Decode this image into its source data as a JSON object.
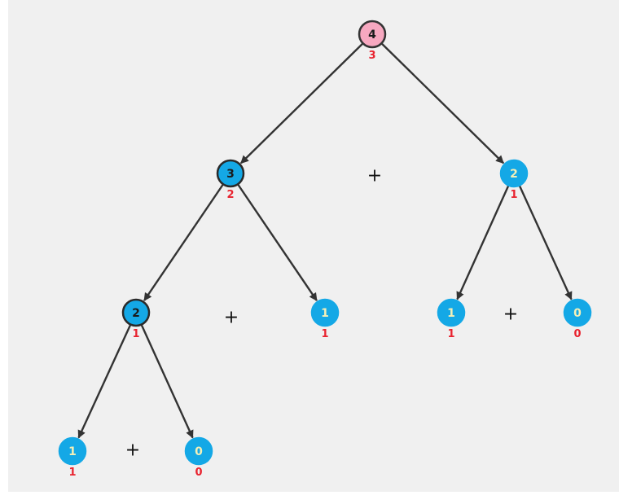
{
  "colors": {
    "root_fill": "#f7a8c0",
    "root_stroke": "#333333",
    "node_fill": "#14a8e6",
    "node_stroke_dark": "#2a2a2a",
    "node_text_dark": "#1a1a1a",
    "node_text_light": "#f4f0b8",
    "result_text": "#e8232f",
    "edge": "#333333"
  },
  "nodes": [
    {
      "id": "n4",
      "label": "4",
      "result": "3",
      "style": "root"
    },
    {
      "id": "n3",
      "label": "3",
      "result": "2",
      "style": "outlined"
    },
    {
      "id": "n2r",
      "label": "2",
      "result": "1",
      "style": "plain"
    },
    {
      "id": "n2l",
      "label": "2",
      "result": "1",
      "style": "outlined"
    },
    {
      "id": "n1a",
      "label": "1",
      "result": "1",
      "style": "plain"
    },
    {
      "id": "n1b",
      "label": "1",
      "result": "1",
      "style": "plain"
    },
    {
      "id": "n0b",
      "label": "0",
      "result": "0",
      "style": "plain"
    },
    {
      "id": "n1c",
      "label": "1",
      "result": "1",
      "style": "plain"
    },
    {
      "id": "n0c",
      "label": "0",
      "result": "0",
      "style": "plain"
    }
  ],
  "edges": [
    {
      "from": "n4",
      "to": "n3"
    },
    {
      "from": "n4",
      "to": "n2r"
    },
    {
      "from": "n3",
      "to": "n2l"
    },
    {
      "from": "n3",
      "to": "n1a"
    },
    {
      "from": "n2r",
      "to": "n1b"
    },
    {
      "from": "n2r",
      "to": "n0b"
    },
    {
      "from": "n2l",
      "to": "n1c"
    },
    {
      "from": "n2l",
      "to": "n0c"
    }
  ],
  "operators": [
    {
      "id": "plus-level1",
      "text": "+"
    },
    {
      "id": "plus-level2-left",
      "text": "+"
    },
    {
      "id": "plus-level2-right",
      "text": "+"
    },
    {
      "id": "plus-level3",
      "text": "+"
    }
  ]
}
